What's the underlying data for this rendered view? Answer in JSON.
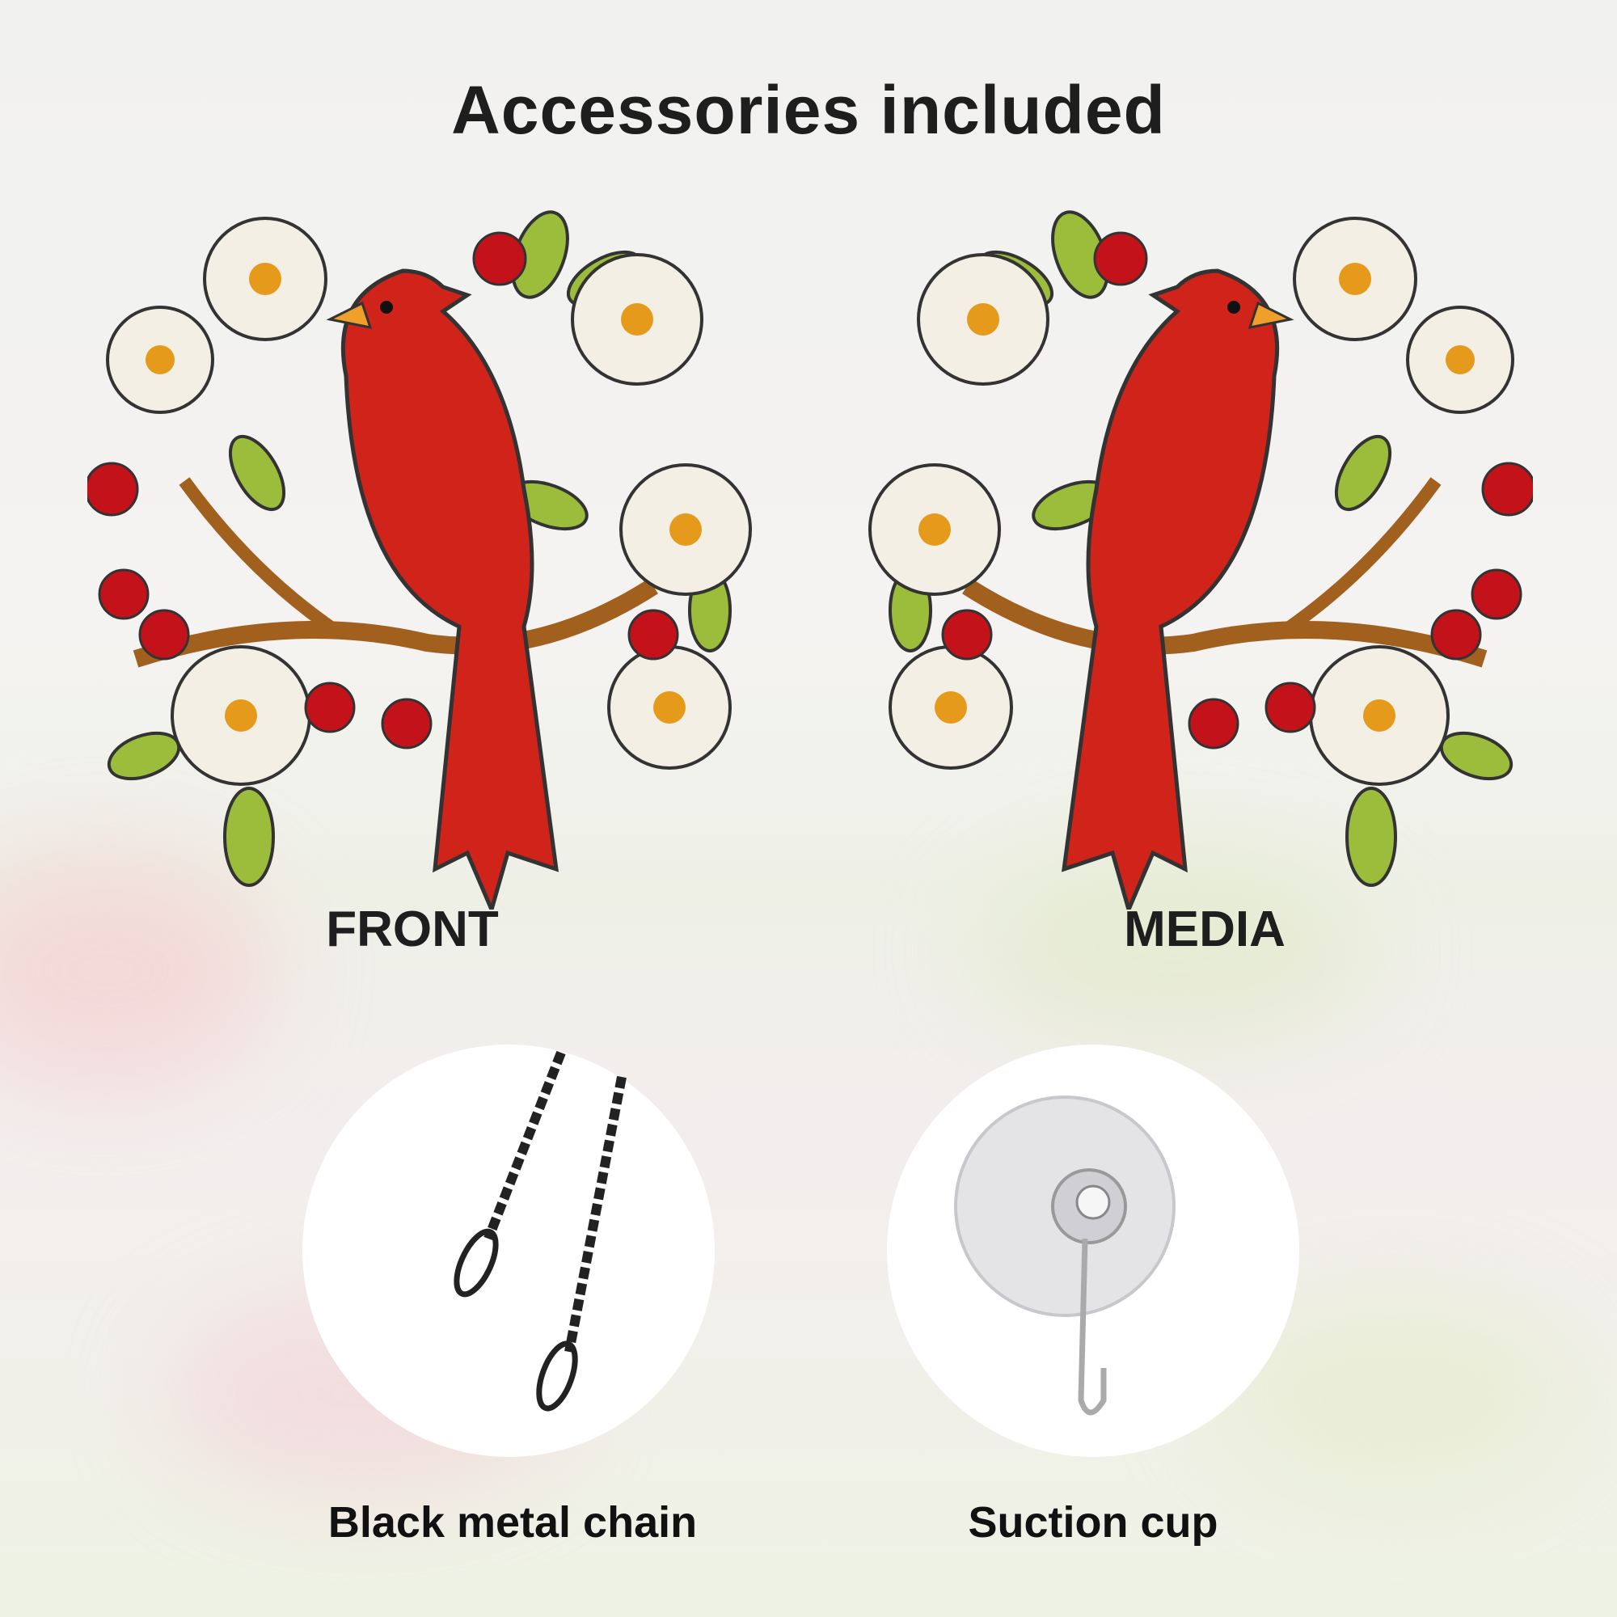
{
  "title": "Accessories included",
  "panels": [
    {
      "label": "FRONT"
    },
    {
      "label": "MEDIA"
    }
  ],
  "accessories": [
    {
      "caption": "Black metal chain",
      "icon": "chain-icon"
    },
    {
      "caption": "Suction cup",
      "icon": "suction-cup-icon"
    }
  ],
  "colors": {
    "text": "#1e1e1e",
    "cardinal_red": "#d0231a",
    "berry": "#c4121a",
    "leaf": "#9cbc3c",
    "petal": "#f4efe4"
  }
}
